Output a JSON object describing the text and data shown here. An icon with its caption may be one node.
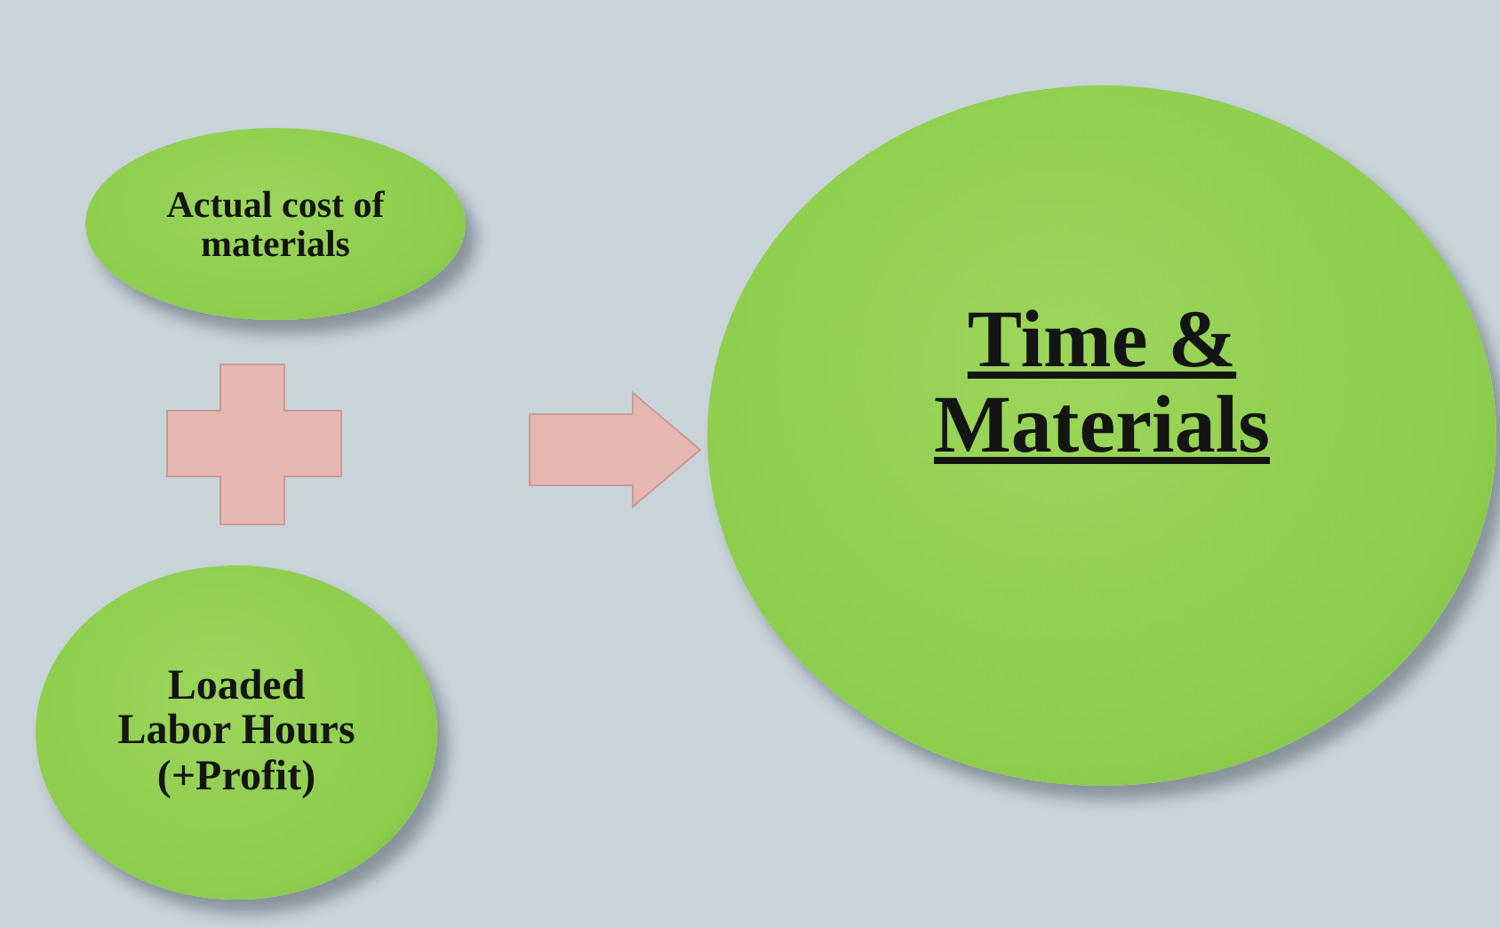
{
  "diagram": {
    "nodes": [
      {
        "text": [
          "Actual cost of materials"
        ]
      },
      {
        "text": [
          "Loaded Labor Hours (+Profit)"
        ]
      },
      {
        "text": [
          "Time & Materials"
        ]
      }
    ],
    "edges": [
      {
        "from": null,
        "to": 2,
        "arrow": "to"
      }
    ]
  }
}
